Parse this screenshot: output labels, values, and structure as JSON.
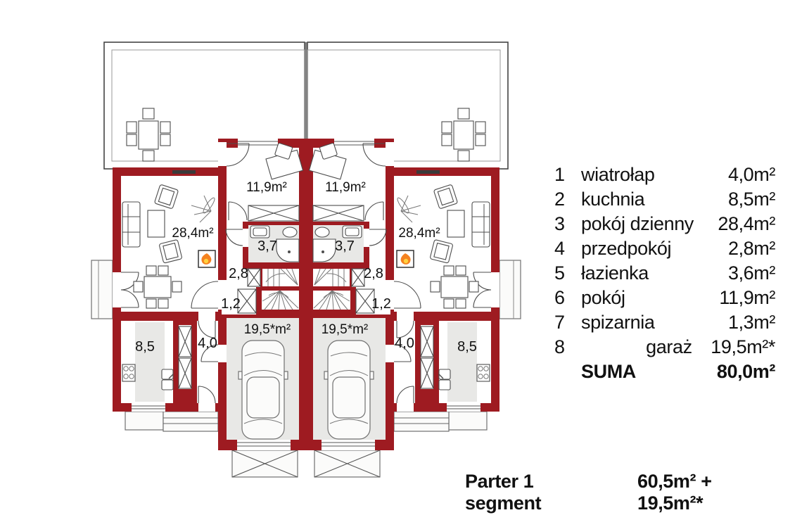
{
  "plan": {
    "labels": {
      "living": "28,4m²",
      "room": "11,9m²",
      "bath": "3,7",
      "hall": "2,8",
      "closet": "1,2",
      "garage": "19,5*m²",
      "vestibule": "4,0",
      "kitchen": "8,5"
    },
    "colors": {
      "wall_red": "#9e1b21",
      "floor_gray": "#e8e8e6",
      "furniture_line": "#4d4d4d",
      "flame_orange": "#f58220",
      "flame_yellow": "#ffd23f"
    }
  },
  "legend": {
    "rows": [
      {
        "no": "1",
        "name": "wiatrołap",
        "area": "4,0m²"
      },
      {
        "no": "2",
        "name": "kuchnia",
        "area": "8,5m²"
      },
      {
        "no": "3",
        "name": "pokój dzienny",
        "area": "28,4m²"
      },
      {
        "no": "4",
        "name": "przedpokój",
        "area": "2,8m²"
      },
      {
        "no": "5",
        "name": "łazienka",
        "area": "3,6m²"
      },
      {
        "no": "6",
        "name": "pokój",
        "area": "11,9m²"
      },
      {
        "no": "7",
        "name": "spizarnia",
        "area": "1,3m²"
      },
      {
        "no": "8",
        "name": "garaż",
        "area": "19,5m²*"
      }
    ],
    "total": {
      "label": "SUMA",
      "area": "80,0m²"
    }
  },
  "caption": {
    "title": "Parter  1 segment",
    "areas": "60,5m² + 19,5m²*"
  }
}
